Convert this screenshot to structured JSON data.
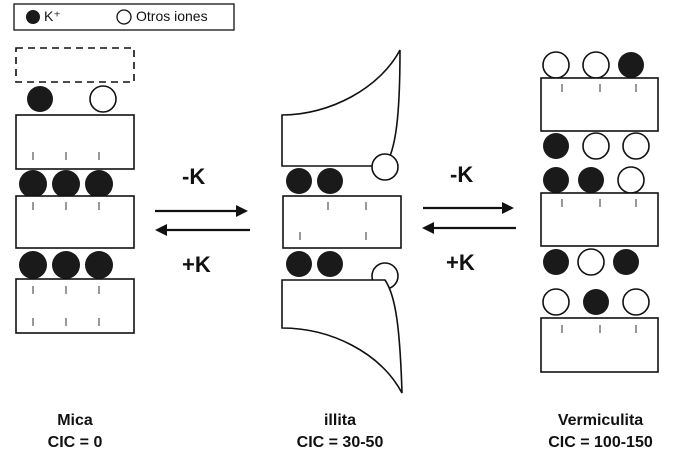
{
  "legend": {
    "filled_label": "K⁺",
    "open_label": "Otros iones"
  },
  "arrows": {
    "left_forward": "-K",
    "left_back": "+K",
    "right_forward": "-K",
    "right_back": "+K"
  },
  "minerals": [
    {
      "name": "Mica",
      "cic": "CIC = 0"
    },
    {
      "name": "illita",
      "cic": "CIC = 30-50"
    },
    {
      "name": "Vermiculita",
      "cic": "CIC = 100-150"
    }
  ],
  "colors": {
    "ink": "#111111",
    "fill_ion": "#1a1a1a",
    "open_ion": "#ffffff"
  }
}
